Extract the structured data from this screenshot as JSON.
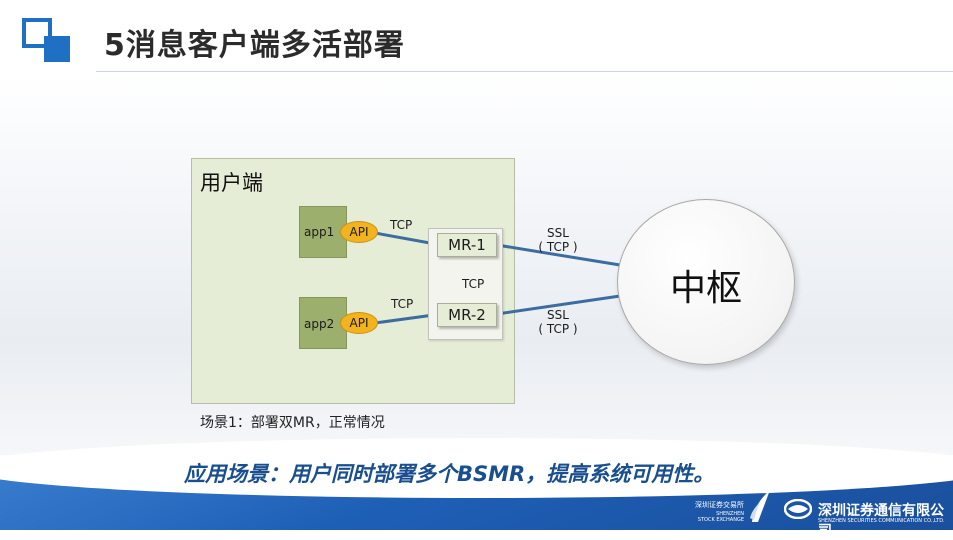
{
  "header": {
    "title": "5消息客户端多活部署"
  },
  "diagram": {
    "user_panel_label": "用户端",
    "apps": [
      {
        "app_label": "app1",
        "api_label": "API",
        "link_label": "TCP"
      },
      {
        "app_label": "app2",
        "api_label": "API",
        "link_label": "TCP"
      }
    ],
    "mr_nodes": [
      {
        "label": "MR-1",
        "ssl_label": "SSL",
        "ssl_sub": "( TCP )"
      },
      {
        "label": "MR-2",
        "ssl_label": "SSL",
        "ssl_sub": "( TCP )"
      }
    ],
    "mr_link_label": "TCP",
    "hub_label": "中枢",
    "caption": "场景1：部署双MR，正常情况"
  },
  "headline": "应用场景：用户同时部署多个BSMR，提高系统可用性。",
  "footer": {
    "szse_name": "深圳证券交易所",
    "szse_en_line1": "SHENZHEN",
    "szse_en_line2": "STOCK EXCHANGE",
    "company_name": "深圳证券通信有限公司",
    "company_en": "SHENZHEN SECURITIES COMMUNICATION CO.,LTD."
  },
  "colors": {
    "accent_blue": "#1f6fc4",
    "link_blue": "#3d6d9e",
    "panel_green": "#e6edd6",
    "app_green": "#9caf6c",
    "api_yellow": "#f2b31d",
    "headline_blue": "#1a4f8f"
  }
}
